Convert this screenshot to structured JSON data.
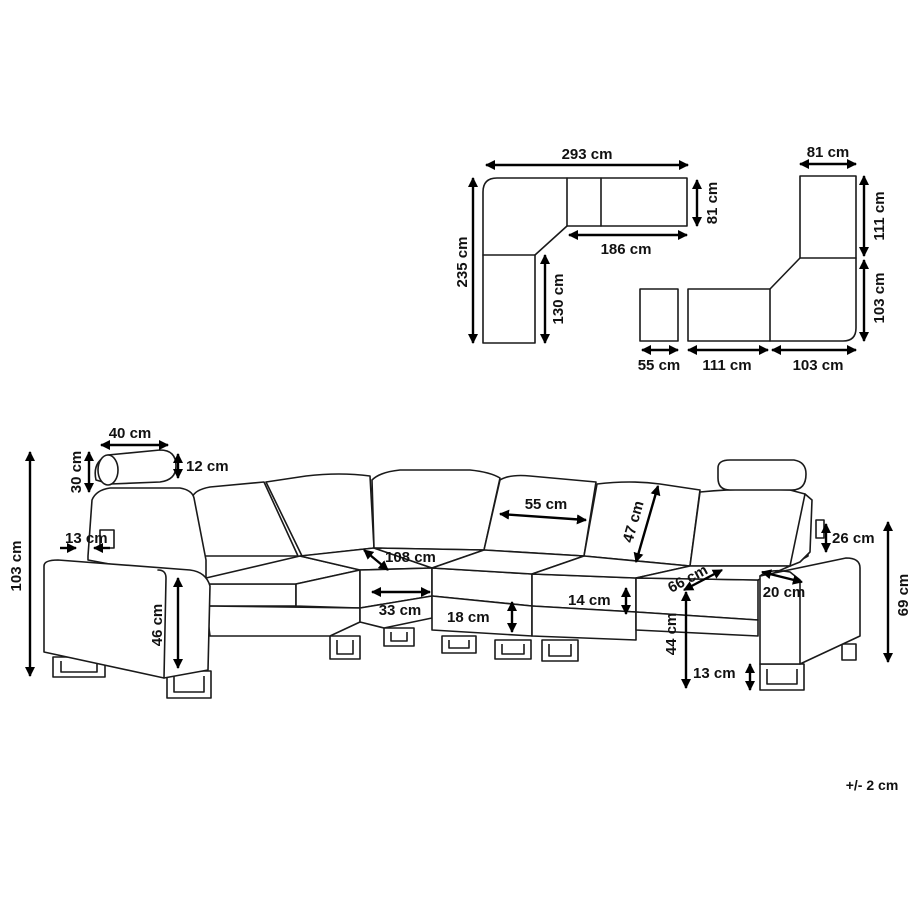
{
  "title": "",
  "accent_color": "#000000",
  "line_color": "#1a1a1a",
  "background_color": "#ffffff",
  "tolerance": "+/- 2 cm",
  "plan_a": {
    "total_width": "293 cm",
    "total_depth": "235 cm",
    "module_depth": "81 cm",
    "inner_width": "186 cm",
    "inner_depth": "130 cm"
  },
  "plan_b": {
    "module_width": "81 cm",
    "upper_depth": "111 cm",
    "corner_depth": "103 cm",
    "ottoman_width": "55 cm",
    "middle_width": "111 cm",
    "corner_width": "103 cm"
  },
  "side_view": {
    "headrest_width": "40 cm",
    "headrest_height": "30 cm",
    "headrest_depth": "12 cm",
    "overall_height": "103 cm",
    "arm_width_left": "13 cm",
    "seat_height": "46 cm",
    "corner_seat_depth": "108 cm",
    "center_gap": "33 cm",
    "leg_height_front": "18 cm",
    "seat_width": "55 cm",
    "backrest_height": "47 cm",
    "cushion_thickness": "14 cm",
    "seat_depth": "66 cm",
    "arm_width_right": "20 cm",
    "arm_top_height": "26 cm",
    "arm_height": "69 cm",
    "seat_floor_height": "44 cm",
    "leg_height": "13 cm"
  }
}
